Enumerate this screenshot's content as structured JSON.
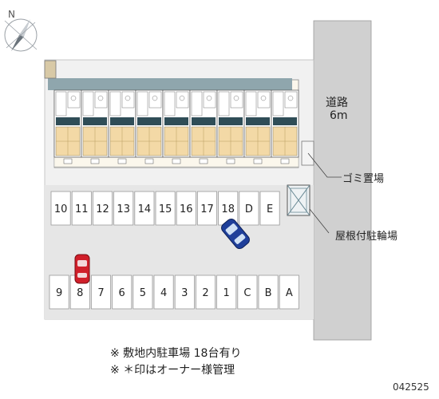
{
  "compass": {
    "north": "N"
  },
  "labels": {
    "road_name": "道路",
    "road_width": "6m",
    "garbage": "ゴミ置場",
    "bicycle": "屋根付駐輪場"
  },
  "parking": {
    "top_row": [
      "10",
      "11",
      "12",
      "13",
      "14",
      "15",
      "16",
      "17",
      "18",
      "D",
      "E"
    ],
    "bottom_row": [
      "9",
      "8",
      "7",
      "6",
      "5",
      "4",
      "3",
      "2",
      "1",
      "C",
      "B",
      "A"
    ]
  },
  "building": {
    "unit_count": 9
  },
  "notes": [
    "※ 敷地内駐車場 18台有り",
    "※ ＊印はオーナー様管理"
  ],
  "property_code": "042525",
  "colors": {
    "corridor": "#8fa6ad",
    "unit_fill": "#f3d9a6",
    "blue_car": "#1f3f9a",
    "red_car": "#d01f2a"
  }
}
